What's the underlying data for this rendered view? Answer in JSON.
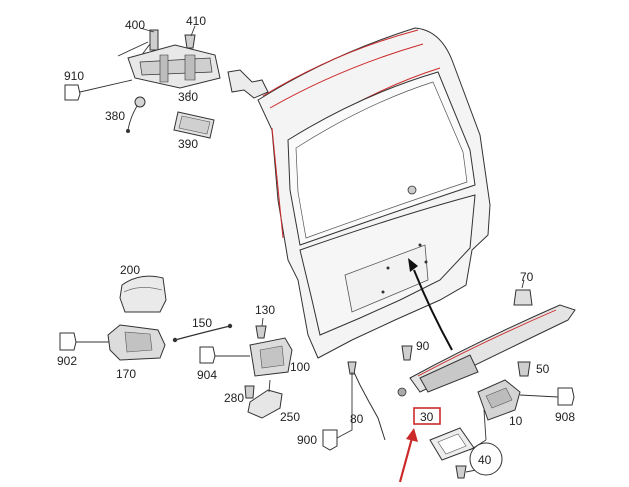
{
  "diagram": {
    "labels": {
      "p400": "400",
      "p410": "410",
      "p910": "910",
      "p360": "360",
      "p380": "380",
      "p390": "390",
      "p200": "200",
      "p150": "150",
      "p130": "130",
      "p902": "902",
      "p170": "170",
      "p904": "904",
      "p100": "100",
      "p280": "280",
      "p250": "250",
      "p70": "70",
      "p90": "90",
      "p50": "50",
      "p80": "80",
      "p900": "900",
      "p30": "30",
      "p908": "908",
      "p10": "10",
      "p40": "40"
    },
    "highlight": {
      "part": "30",
      "color": "#cc2a2a"
    },
    "colors": {
      "outline": "#333333",
      "accent_red": "#cc2a2a"
    }
  }
}
